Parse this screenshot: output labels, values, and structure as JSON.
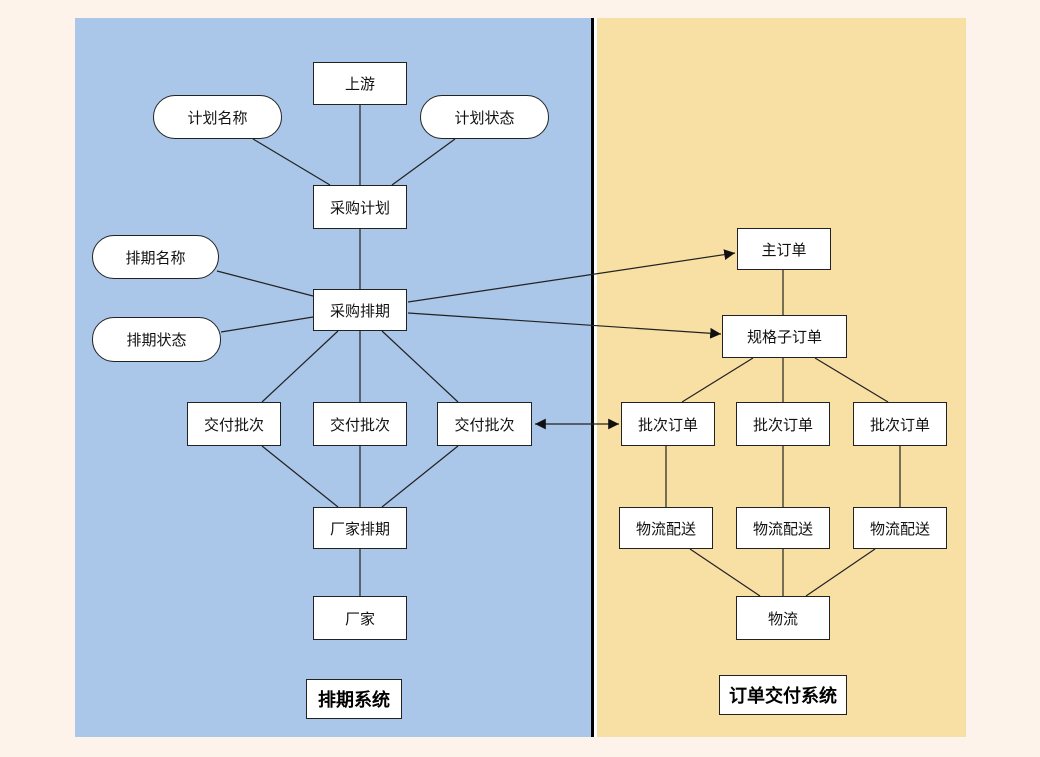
{
  "colors": {
    "background": "#fdf3ea",
    "left_panel": "#aac6e8",
    "right_panel": "#f8e0a4",
    "node_fill": "#ffffff",
    "stroke": "#222222"
  },
  "systems": {
    "left": "排期系统",
    "right": "订单交付系统"
  },
  "nodes": {
    "upstream": "上游",
    "plan_name": "计划名称",
    "plan_status": "计划状态",
    "purchase_plan": "采购计划",
    "schedule_name": "排期名称",
    "schedule_status": "排期状态",
    "purchase_schedule": "采购排期",
    "delivery_batches": [
      "交付批次",
      "交付批次",
      "交付批次"
    ],
    "factory_schedule": "厂家排期",
    "factory": "厂家",
    "main_order": "主订单",
    "spec_suborder": "规格子订单",
    "batch_orders": [
      "批次订单",
      "批次订单",
      "批次订单"
    ],
    "logistics_deliveries": [
      "物流配送",
      "物流配送",
      "物流配送"
    ],
    "logistics": "物流"
  }
}
